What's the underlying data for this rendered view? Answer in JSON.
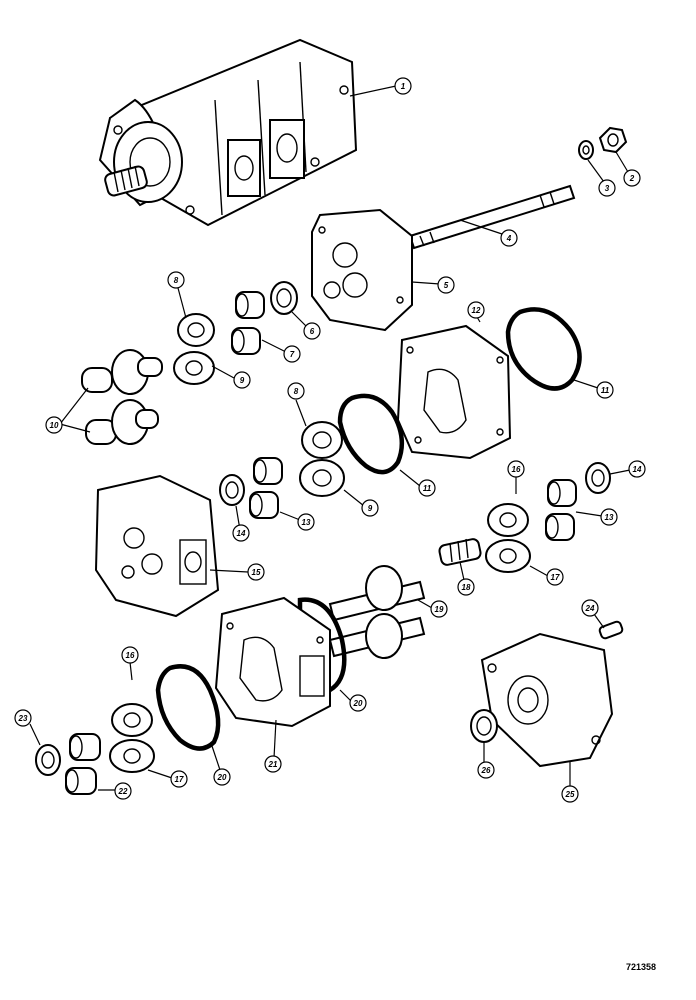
{
  "figure": {
    "reference_number": "721358",
    "callouts": [
      {
        "id": "c1",
        "label": "1"
      },
      {
        "id": "c2",
        "label": "2"
      },
      {
        "id": "c3",
        "label": "3"
      },
      {
        "id": "c4",
        "label": "4"
      },
      {
        "id": "c5",
        "label": "5"
      },
      {
        "id": "c6",
        "label": "6"
      },
      {
        "id": "c7",
        "label": "7"
      },
      {
        "id": "c8a",
        "label": "8"
      },
      {
        "id": "c8b",
        "label": "8"
      },
      {
        "id": "c9a",
        "label": "9"
      },
      {
        "id": "c9b",
        "label": "9"
      },
      {
        "id": "c10",
        "label": "10"
      },
      {
        "id": "c11a",
        "label": "11"
      },
      {
        "id": "c11b",
        "label": "11"
      },
      {
        "id": "c12",
        "label": "12"
      },
      {
        "id": "c13a",
        "label": "13"
      },
      {
        "id": "c13b",
        "label": "13"
      },
      {
        "id": "c14a",
        "label": "14"
      },
      {
        "id": "c14b",
        "label": "14"
      },
      {
        "id": "c15",
        "label": "15"
      },
      {
        "id": "c16a",
        "label": "16"
      },
      {
        "id": "c16b",
        "label": "16"
      },
      {
        "id": "c17a",
        "label": "17"
      },
      {
        "id": "c17b",
        "label": "17"
      },
      {
        "id": "c18",
        "label": "18"
      },
      {
        "id": "c19",
        "label": "19"
      },
      {
        "id": "c20a",
        "label": "20"
      },
      {
        "id": "c20b",
        "label": "20"
      },
      {
        "id": "c21",
        "label": "21"
      },
      {
        "id": "c22",
        "label": "22"
      },
      {
        "id": "c23",
        "label": "23"
      },
      {
        "id": "c24",
        "label": "24"
      },
      {
        "id": "c25",
        "label": "25"
      },
      {
        "id": "c26",
        "label": "26"
      }
    ]
  }
}
